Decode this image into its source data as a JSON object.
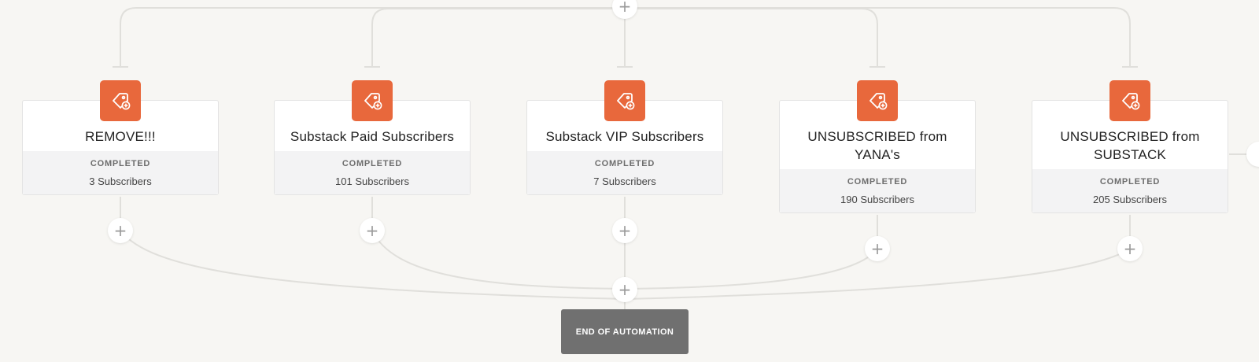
{
  "add_symbol": "+",
  "accent_color": "#e8683c",
  "icons": {
    "tag": "tag-plus-icon",
    "add": "plus-icon"
  },
  "actions": [
    {
      "title": "REMOVE!!!",
      "status": "COMPLETED",
      "count": "3 Subscribers"
    },
    {
      "title": "Substack Paid Subscribers",
      "status": "COMPLETED",
      "count": "101 Subscribers"
    },
    {
      "title": "Substack VIP Subscribers",
      "status": "COMPLETED",
      "count": "7 Subscribers"
    },
    {
      "title": "UNSUBSCRIBED from YANA's",
      "status": "COMPLETED",
      "count": "190 Subscribers"
    },
    {
      "title": "UNSUBSCRIBED from SUBSTACK",
      "status": "COMPLETED",
      "count": "205 Subscribers"
    }
  ],
  "end_node": {
    "label": "END OF AUTOMATION"
  }
}
